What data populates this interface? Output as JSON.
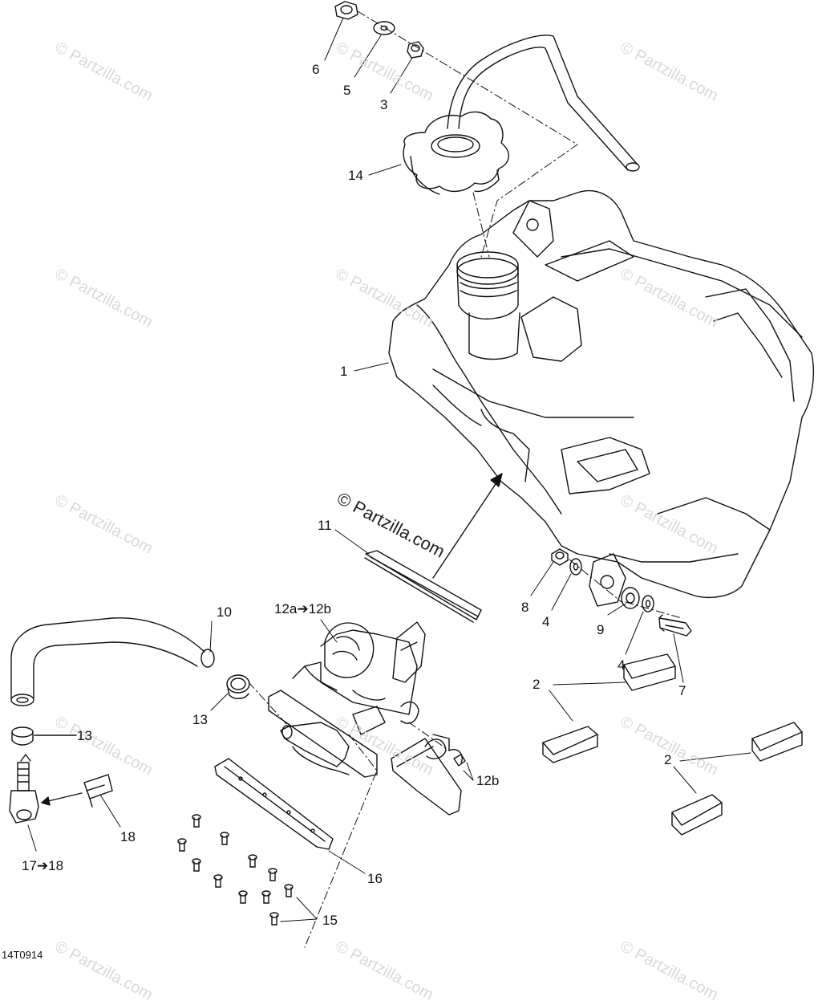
{
  "watermark": {
    "main": "© Partzilla.com",
    "repeat": "© Partzilla.com"
  },
  "diagram_code": "14T0914",
  "callouts": {
    "c6": "6",
    "c5": "5",
    "c3": "3",
    "c14": "14",
    "c1": "1",
    "c11": "11",
    "c10": "10",
    "c12a": "12a➔12b",
    "c8": "8",
    "c4a": "4",
    "c9": "9",
    "c4b": "4",
    "c7": "7",
    "c2a": "2",
    "c2b": "2",
    "c13a": "13",
    "c13b": "13",
    "c12b": "12b",
    "c18": "18",
    "c17": "17➔18",
    "c16": "16",
    "c15": "15"
  }
}
